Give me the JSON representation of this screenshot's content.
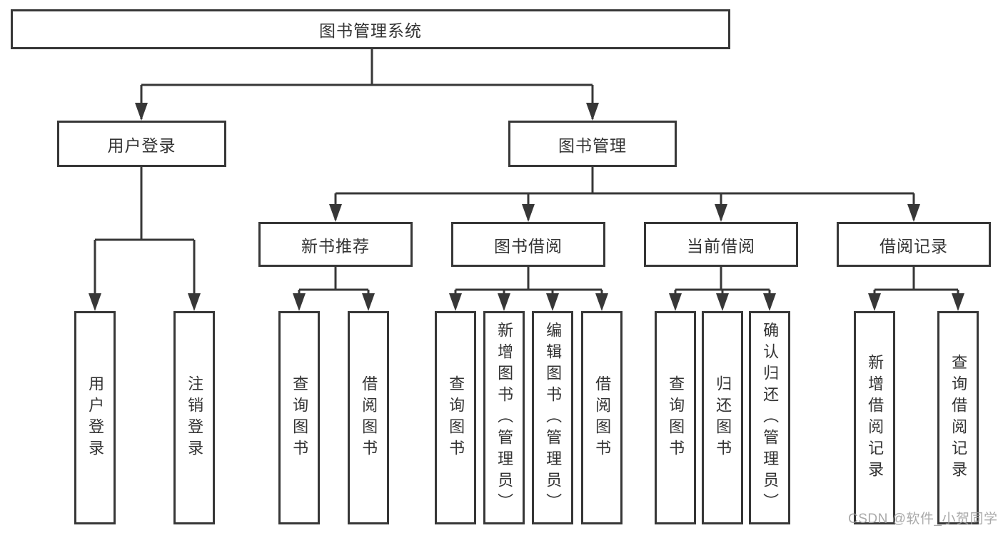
{
  "diagram": {
    "root_label": "图书管理系统",
    "branches": [
      {
        "label": "用户登录",
        "leaves": [
          "用户登录",
          "注销登录"
        ]
      },
      {
        "label": "图书管理",
        "children": [
          {
            "label": "新书推荐",
            "leaves": [
              "查询图书",
              "借阅图书"
            ]
          },
          {
            "label": "图书借阅",
            "leaves": [
              "查询图书",
              "新增图书（管理员）",
              "编辑图书（管理员）",
              "借阅图书"
            ]
          },
          {
            "label": "当前借阅",
            "leaves": [
              "查询图书",
              "归还图书",
              "确认归还（管理员）"
            ]
          },
          {
            "label": "借阅记录",
            "leaves": [
              "新增借阅记录",
              "查询借阅记录"
            ]
          }
        ]
      }
    ],
    "colors": {
      "line": "#373737",
      "box_background": "#ffffff",
      "text": "#333333",
      "watermark": "#9b9b9b",
      "background": "#ffffff"
    },
    "watermark": "CSDN @软件_小贺同学"
  }
}
